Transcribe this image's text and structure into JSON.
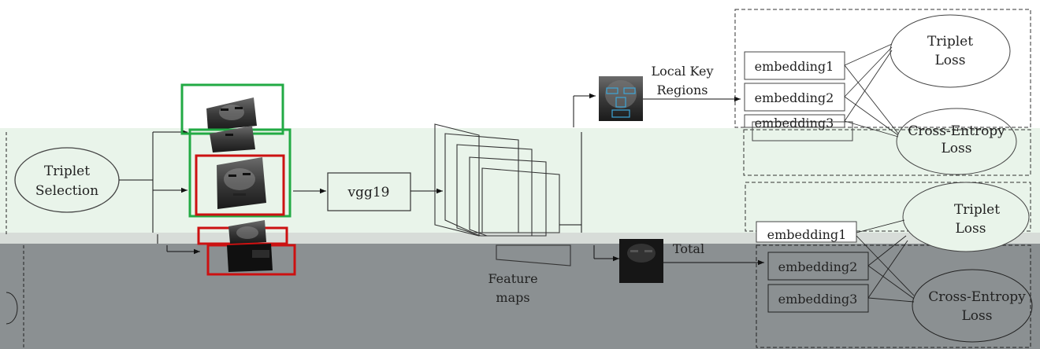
{
  "selection": {
    "line1": "Triplet",
    "line2": "Selection"
  },
  "backbone": {
    "label": "vgg19"
  },
  "feature_maps": {
    "line1": "Feature",
    "line2": "maps"
  },
  "local_branch": {
    "label_line1": "Local Key",
    "label_line2": "Regions",
    "embeddings": [
      "embedding1",
      "embedding2",
      "embedding3"
    ],
    "losses": [
      {
        "line1": "Triplet",
        "line2": "Loss"
      },
      {
        "line1": "Cross-Entropy",
        "line2": "Loss"
      }
    ]
  },
  "total_branch": {
    "label": "Total",
    "embeddings": [
      "embedding1",
      "embedding2",
      "embedding3"
    ],
    "losses": [
      {
        "line1": "Triplet",
        "line2": "Loss"
      },
      {
        "line1": "Cross-Entropy",
        "line2": "Loss"
      }
    ]
  },
  "colors": {
    "positive_frame": "#22aa44",
    "negative_frame": "#cc1111",
    "keypoint_overlay": "#3da6d8",
    "band_green": "#e9f4ea",
    "band_gray": "#8b9092"
  }
}
